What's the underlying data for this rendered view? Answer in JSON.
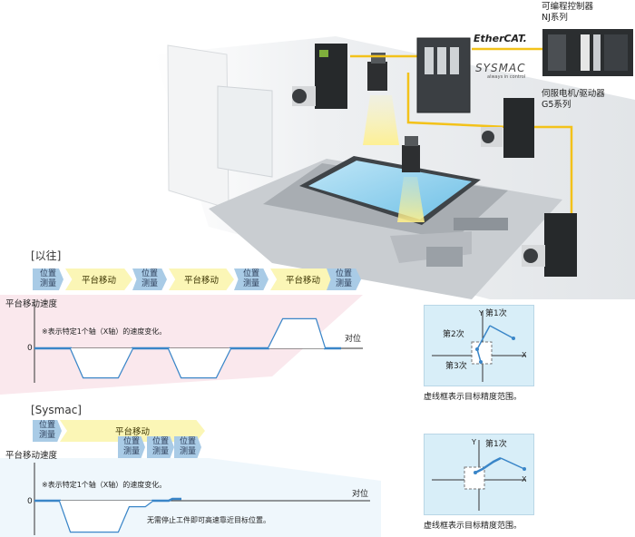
{
  "top_labels": {
    "controller_line1": "可编程控制器",
    "controller_line2": "NJ系列",
    "ethercat": "EtherCAT.",
    "sysmac_logo": "SYSMAC",
    "sysmac_tagline": "always in control",
    "servo_line1": "伺服电机/驱动器",
    "servo_line2": "G5系列"
  },
  "old": {
    "title": "[以往]",
    "sequence": [
      "位置\n测量",
      "平台移动",
      "位置\n测量",
      "平台移动",
      "位置\n测量",
      "平台移动",
      "位置\n测量"
    ],
    "chart_ylabel": "平台移动速度",
    "note": "※表示特定1个轴（X轴）的速度变化。",
    "zero": "0",
    "x_label": "对位",
    "panel_caption": "虚线框表示目标精度范围。",
    "panel_labels": [
      "第1次",
      "第2次",
      "第3次"
    ],
    "axis_x": "X",
    "axis_y": "Y"
  },
  "new": {
    "title": "[Sysmac]",
    "sequence_top": [
      "位置\n测量",
      "平台移动"
    ],
    "sequence_sub": [
      "位置\n测量",
      "位置\n测量",
      "位置\n测量"
    ],
    "chart_ylabel": "平台移动速度",
    "note": "※表示特定1个轴（X轴）的速度变化。",
    "zero": "0",
    "x_label": "对位",
    "bottom_note": "无需停止工件即可高速靠近目标位置。",
    "panel_caption": "虚线框表示目标精度范围。",
    "panel_labels": [
      "第1次"
    ],
    "axis_x": "X",
    "axis_y": "Y"
  },
  "colors": {
    "blue_seg": "#a9cbe6",
    "yellow_seg": "#fbf6b6",
    "panel": "#d8eef8",
    "accent": "#3a86c8"
  }
}
